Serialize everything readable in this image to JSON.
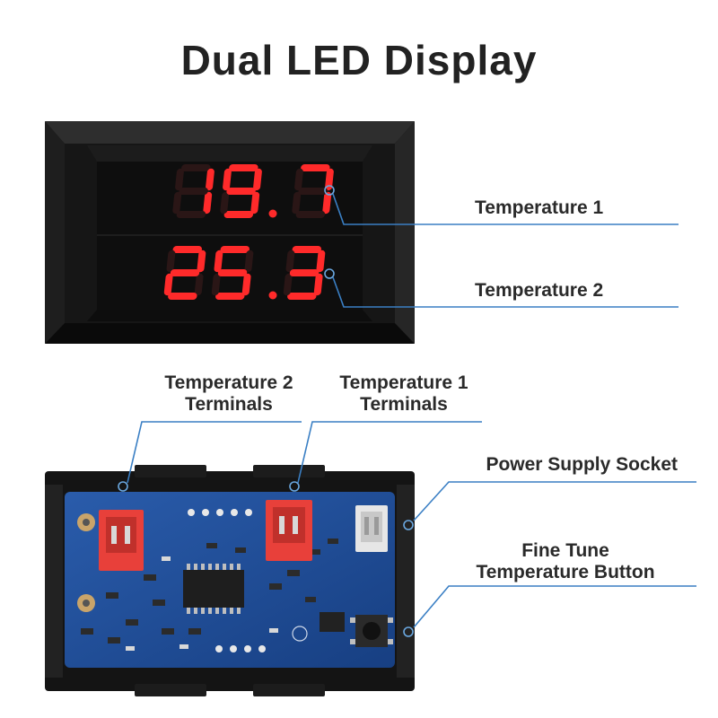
{
  "title": "Dual LED Display",
  "display": {
    "reading_1": "19.7",
    "reading_2": "25.3"
  },
  "callouts": {
    "temperature_1": "Temperature 1",
    "temperature_2": "Temperature 2",
    "temp2_terminals_line1": "Temperature 2",
    "temp2_terminals_line2": "Terminals",
    "temp1_terminals_line1": "Temperature 1",
    "temp1_terminals_line2": "Terminals",
    "power_supply_socket": "Power Supply Socket",
    "fine_tune_line1": "Fine Tune",
    "fine_tune_line2": "Temperature Button"
  },
  "colors": {
    "led_red": "#ff2a2a",
    "leader_blue": "#3a7fc4",
    "pcb_blue": "#1f4f9a",
    "connector_red": "#e8403a"
  }
}
